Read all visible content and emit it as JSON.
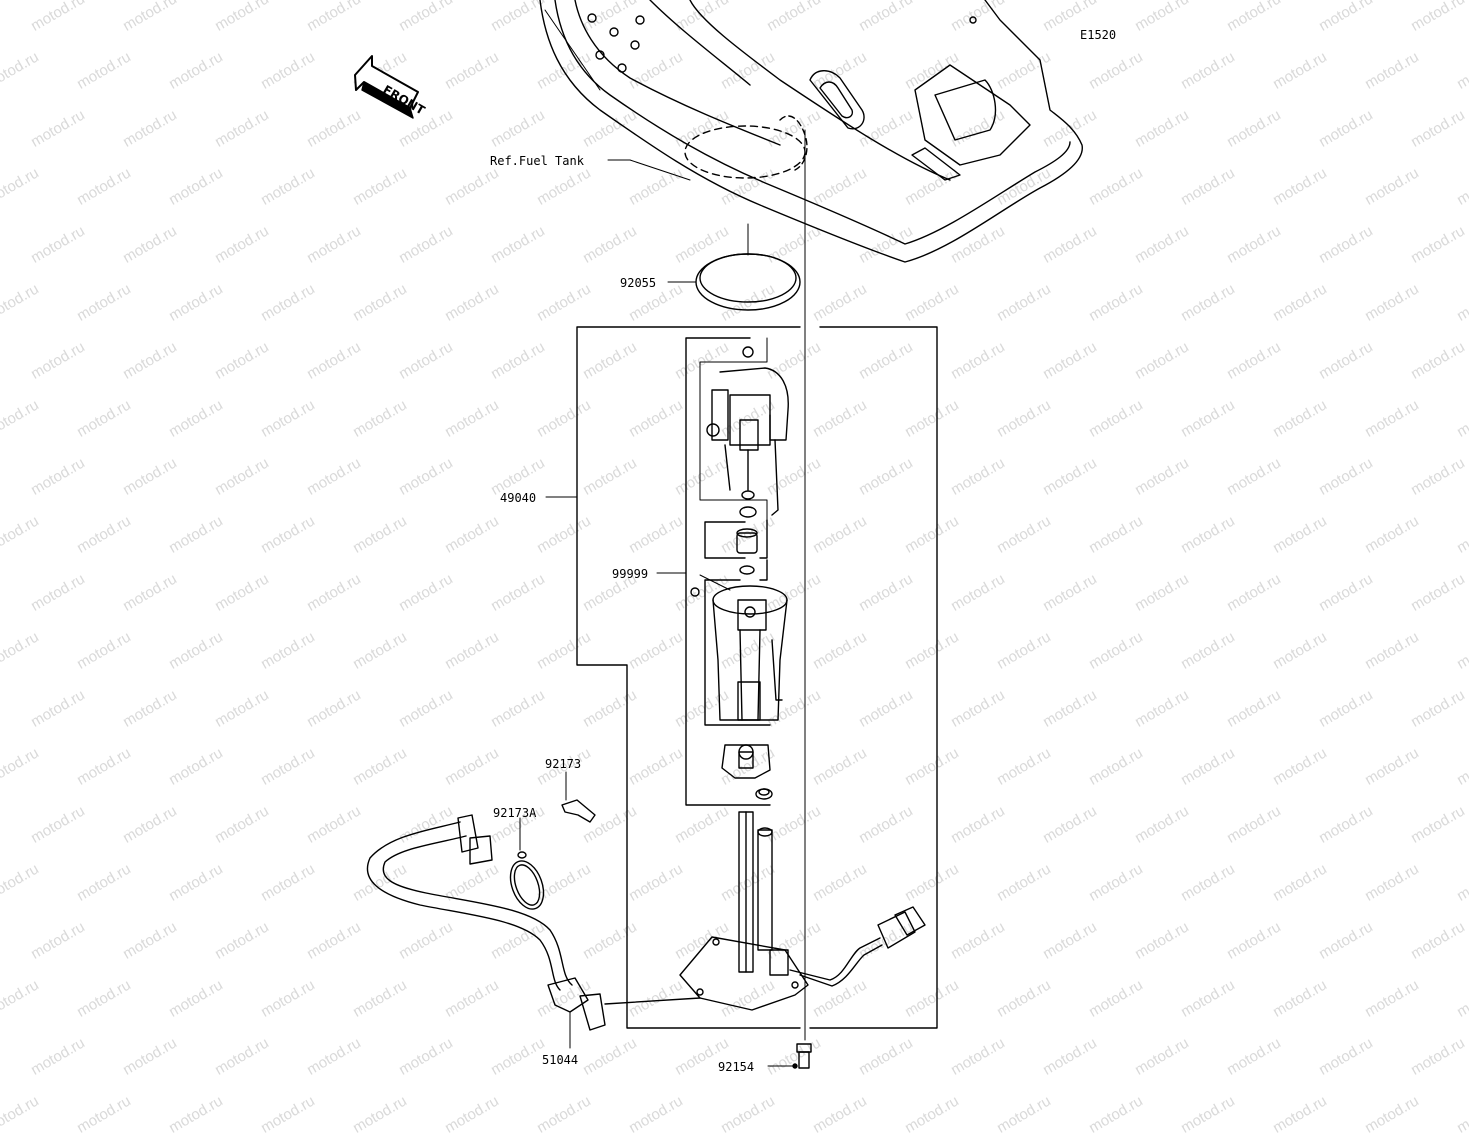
{
  "figure_code": "E1520",
  "front_marker": "FRONT",
  "ref_label": "Ref.Fuel Tank",
  "watermark": "motod.ru",
  "parts": {
    "p92055": "92055",
    "p49040": "49040",
    "p99999": "99999",
    "p92173": "92173",
    "p92173A": "92173A",
    "p51044": "51044",
    "p92154": "92154"
  },
  "colors": {
    "line": "#000000",
    "watermark": "#d9d9d9",
    "background": "#ffffff"
  }
}
